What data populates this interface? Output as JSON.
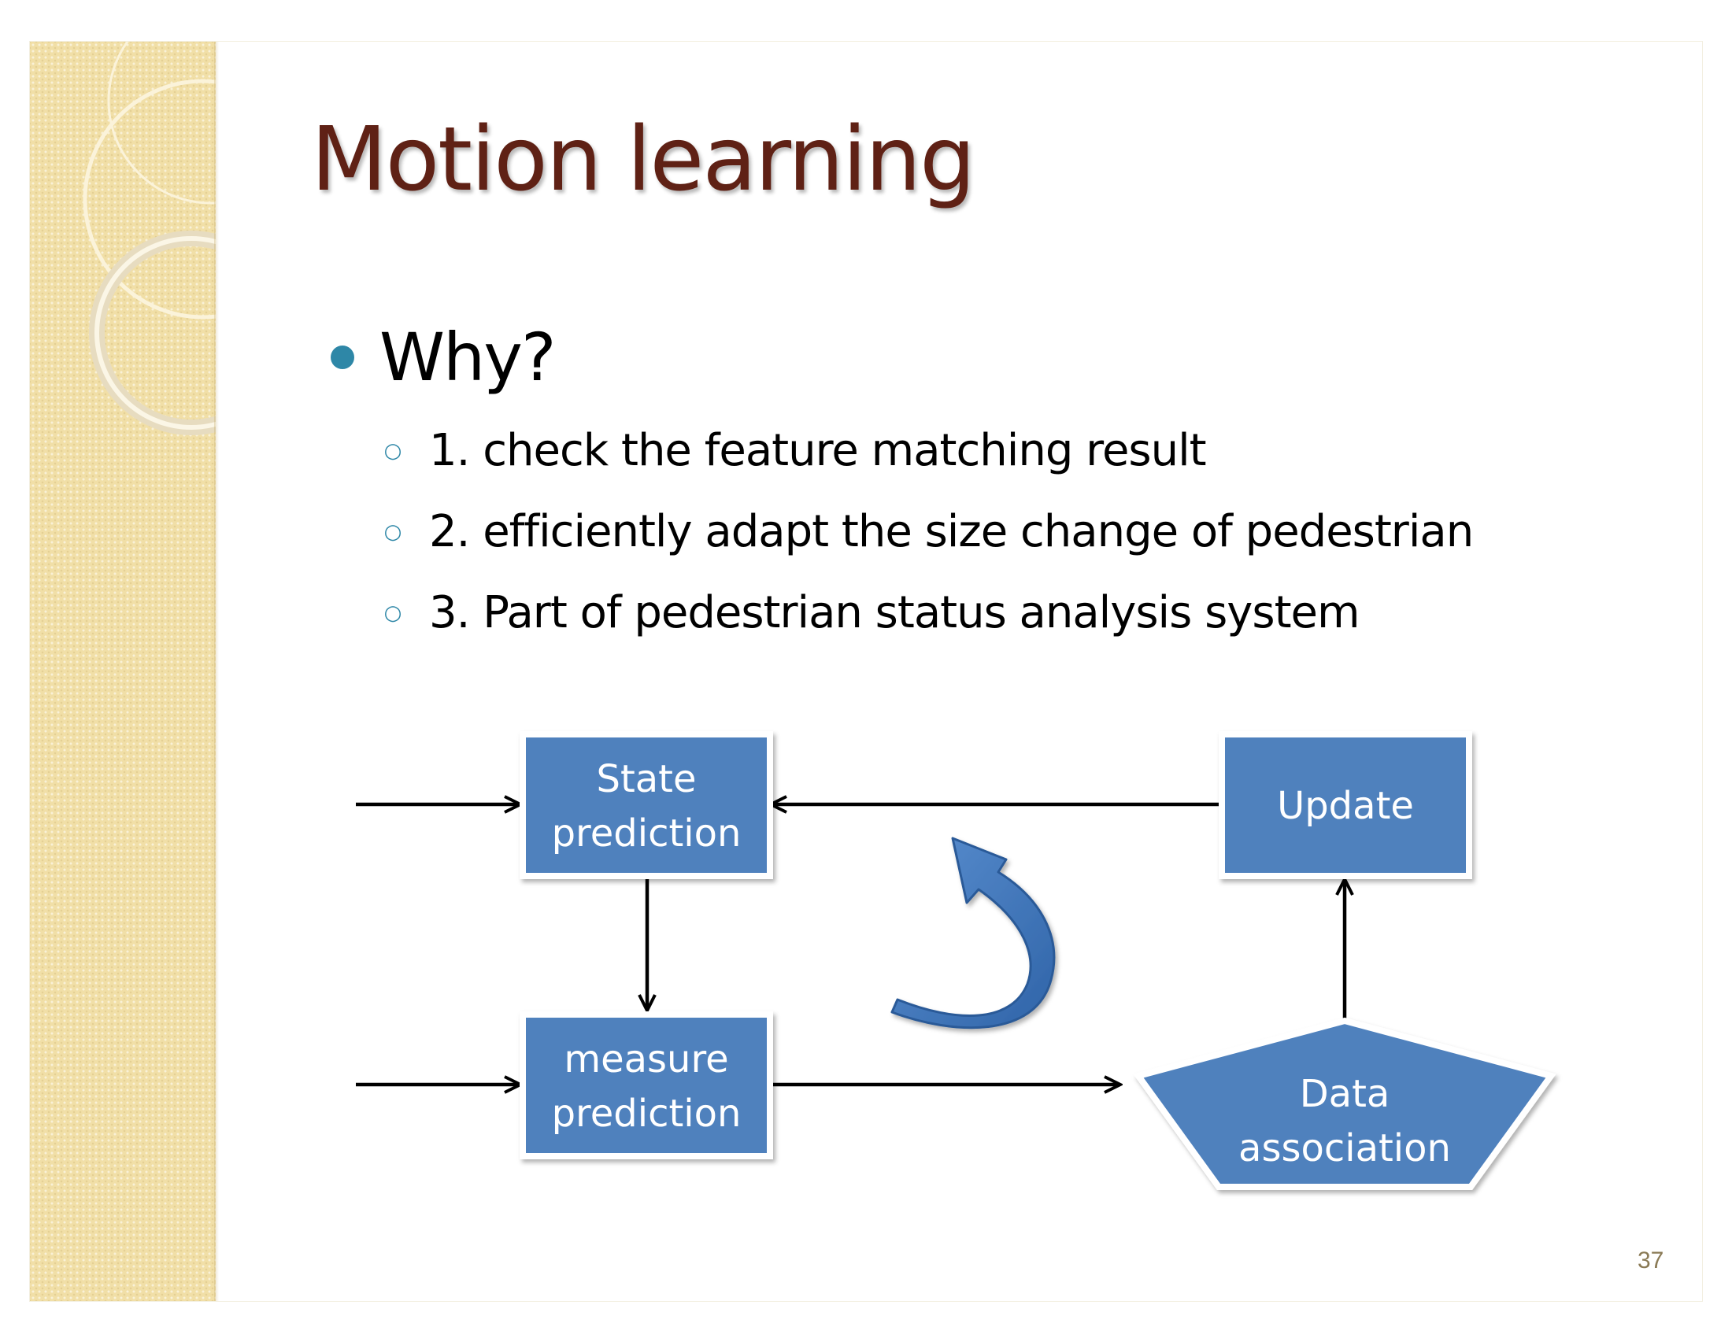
{
  "slide": {
    "title": "Motion learning",
    "bullet": "Why?",
    "sub_bullets": [
      "1. check the feature matching result",
      "2. efficiently adapt the size change of pedestrian",
      "3. Part of pedestrian status analysis system"
    ],
    "page_number": "37"
  },
  "diagram": {
    "nodes": {
      "state_prediction": [
        "State",
        "prediction"
      ],
      "measure_prediction": [
        "measure",
        "prediction"
      ],
      "update": [
        "Update"
      ],
      "data_association": [
        "Data",
        "association"
      ]
    },
    "edges": [
      {
        "from": "input",
        "to": "state_prediction"
      },
      {
        "from": "input",
        "to": "measure_prediction"
      },
      {
        "from": "state_prediction",
        "to": "measure_prediction"
      },
      {
        "from": "measure_prediction",
        "to": "data_association"
      },
      {
        "from": "data_association",
        "to": "update"
      },
      {
        "from": "update",
        "to": "state_prediction"
      }
    ],
    "colors": {
      "node_fill": "#4f81bd",
      "node_border": "#ffffff",
      "cycle_arrow": "#3a6fb0",
      "edge": "#000000"
    }
  }
}
